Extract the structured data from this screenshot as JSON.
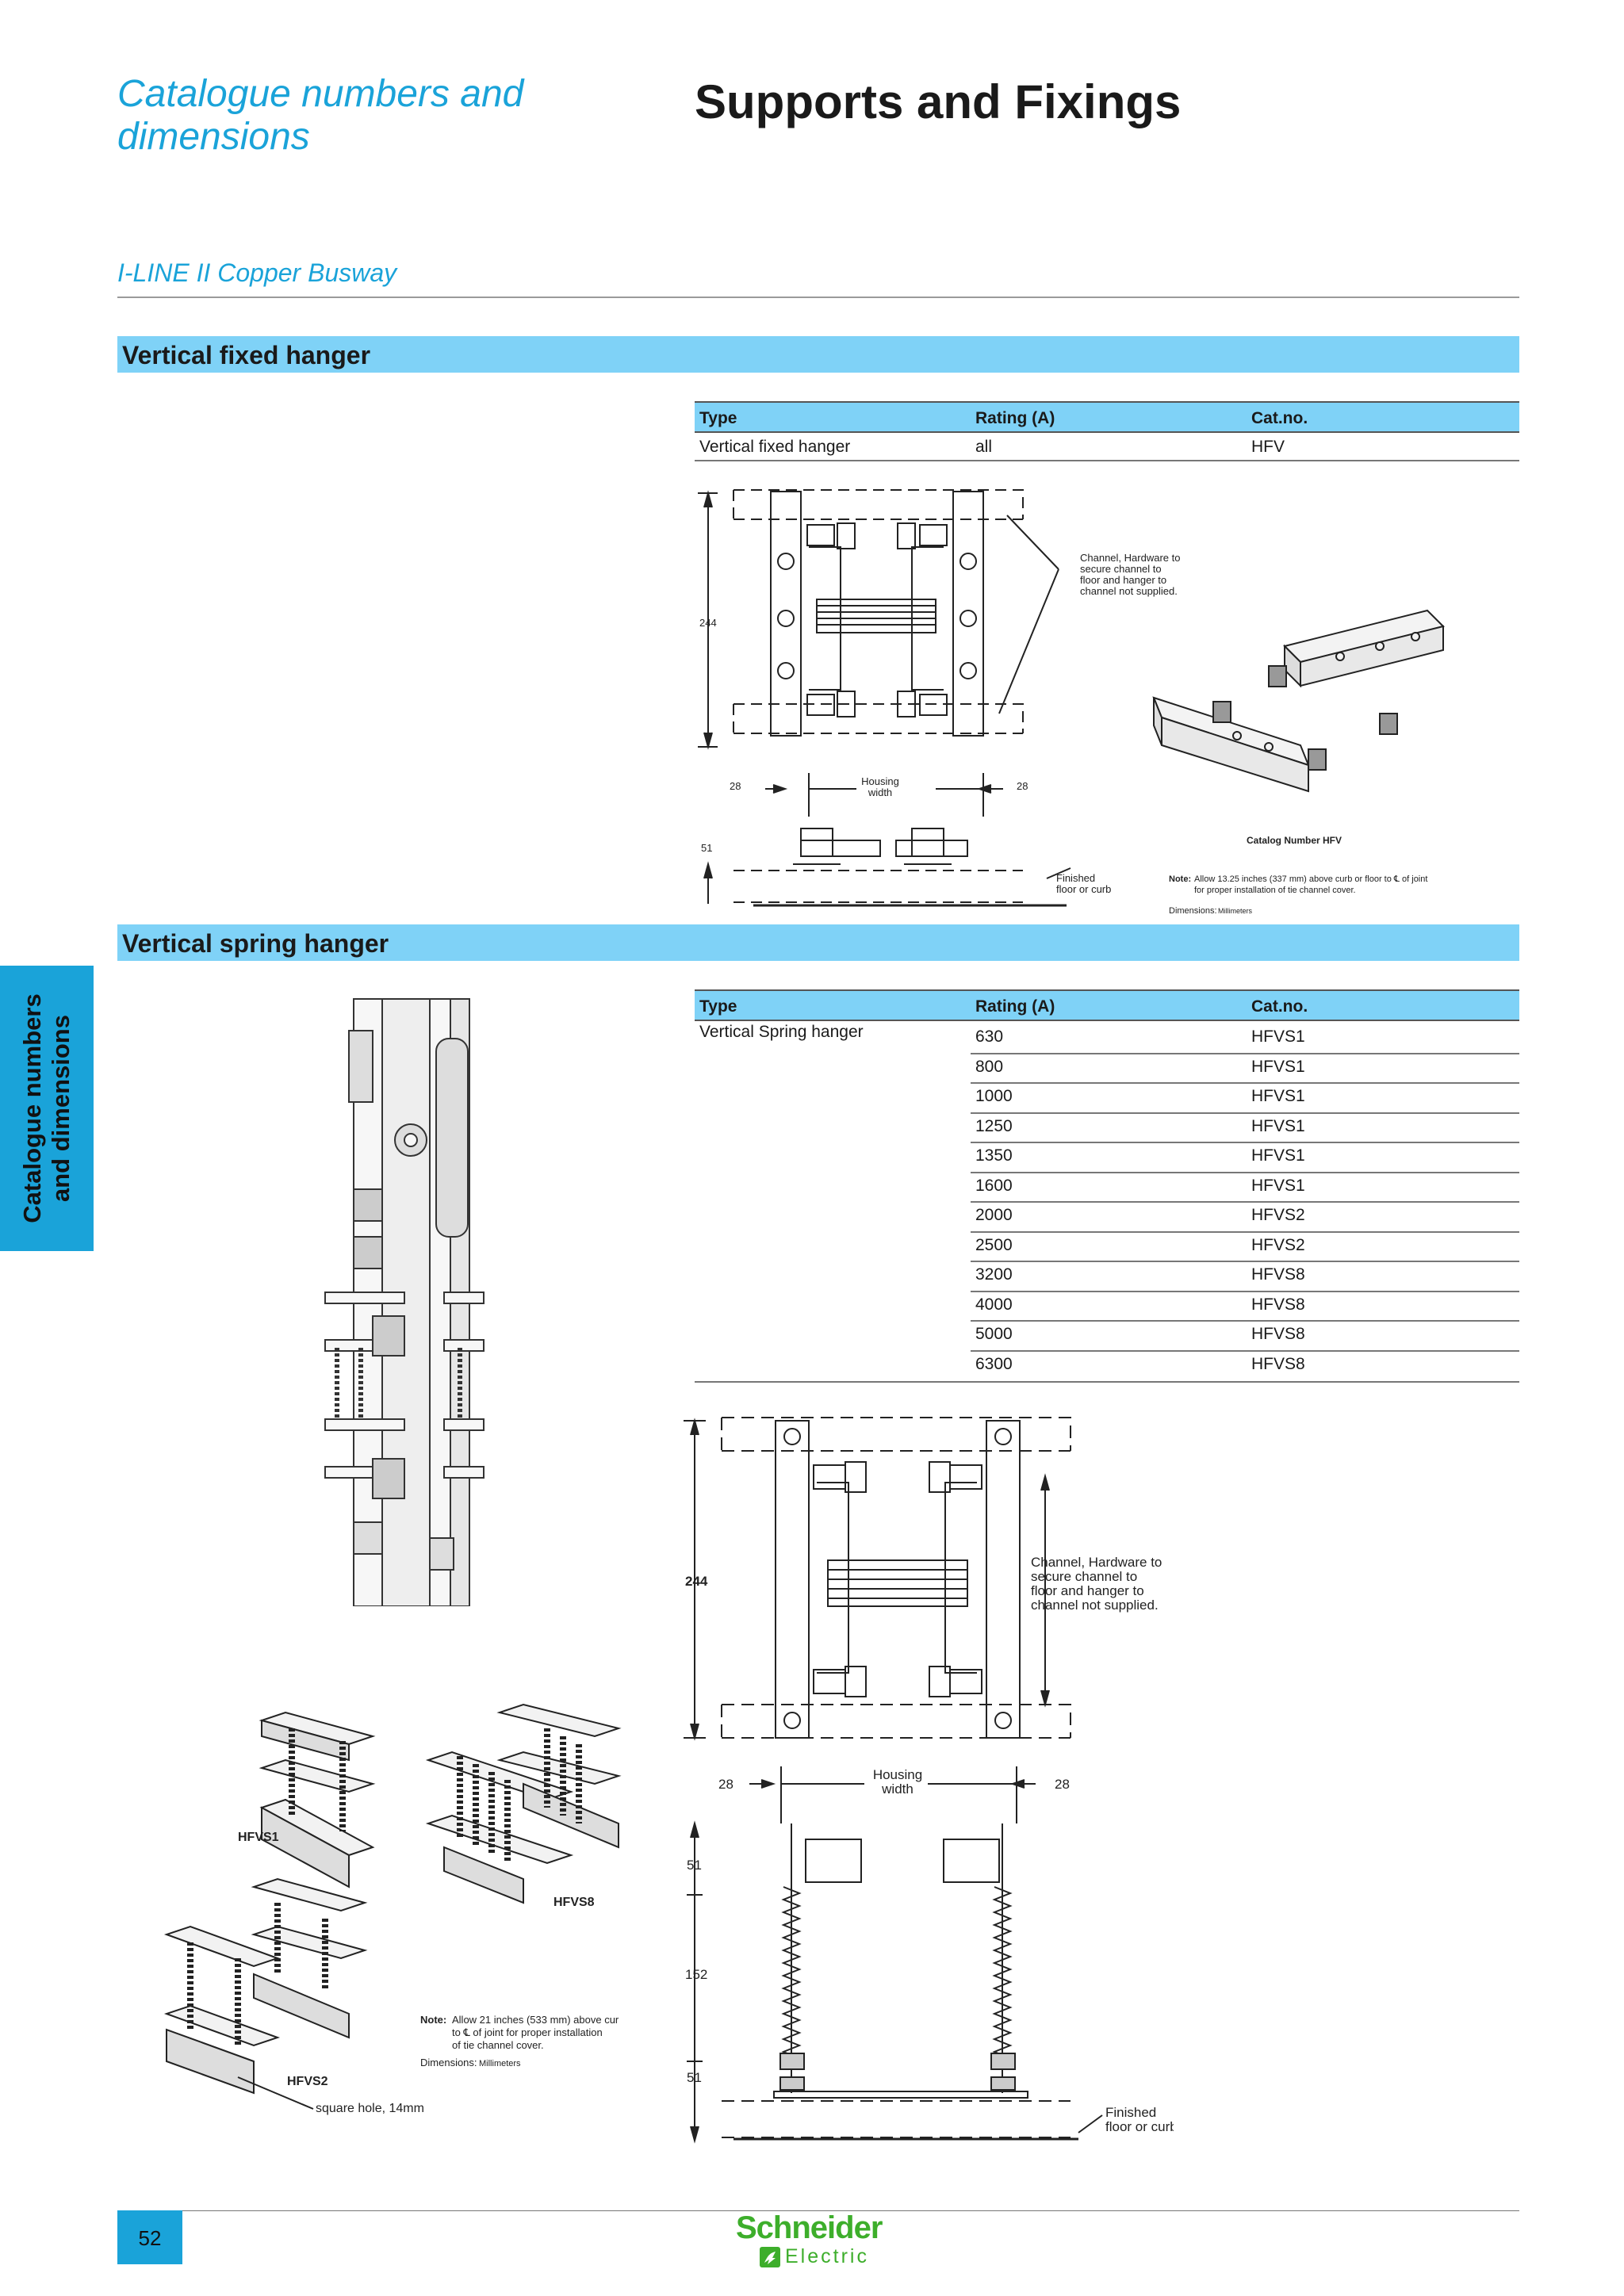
{
  "header": {
    "catalogue_title": "Catalogue numbers and dimensions",
    "main_title": "Supports and Fixings",
    "subtitle": "I-LINE II Copper Busway"
  },
  "side_tab": {
    "label_line1": "Catalogue numbers",
    "label_line2": "and dimensions"
  },
  "section_fixed": {
    "title": "Vertical fixed hanger",
    "table": {
      "headers": [
        "Type",
        "Rating (A)",
        "Cat.no."
      ],
      "rows": [
        [
          "Vertical fixed hanger",
          "all",
          "HFV"
        ]
      ]
    },
    "drawing": {
      "dim_244": "244",
      "dim_28_left": "28",
      "dim_28_right": "28",
      "housing_line1": "Housing",
      "housing_line2": "width",
      "dim_51": "51",
      "channel_note": [
        "Channel, Hardware to",
        "secure channel to",
        "floor and hanger to",
        "channel not supplied."
      ],
      "finished_line1": "Finished",
      "finished_line2": "floor or curb",
      "catalog_label": "Catalog  Number HFV",
      "note_bold": "Note:",
      "note_line1": "Allow 13.25 inches (337 mm) above curb or floor to ℄ of joint",
      "note_line2": "for proper installation of tie channel cover.",
      "dimensions_label": "Dimensions:",
      "dimensions_unit": "Millimeters"
    }
  },
  "section_spring": {
    "title": "Vertical spring hanger",
    "table": {
      "headers": [
        "Type",
        "Rating (A)",
        "Cat.no."
      ],
      "type_label": "Vertical Spring hanger",
      "rows": [
        [
          "630",
          "HFVS1"
        ],
        [
          "800",
          "HFVS1"
        ],
        [
          "1000",
          "HFVS1"
        ],
        [
          "1250",
          "HFVS1"
        ],
        [
          "1350",
          "HFVS1"
        ],
        [
          "1600",
          "HFVS1"
        ],
        [
          "2000",
          "HFVS2"
        ],
        [
          "2500",
          "HFVS2"
        ],
        [
          "3200",
          "HFVS8"
        ],
        [
          "4000",
          "HFVS8"
        ],
        [
          "5000",
          "HFVS8"
        ],
        [
          "6300",
          "HFVS8"
        ]
      ]
    },
    "drawing": {
      "dim_244": "244",
      "dim_28_left": "28",
      "dim_28_right": "28",
      "housing_line1": "Housing",
      "housing_line2": "width",
      "dim_51_top": "51",
      "dim_152": "152",
      "dim_51_bottom": "51",
      "channel_note": [
        "Channel, Hardware to",
        "secure channel to",
        "floor and  hanger to",
        "channel not supplied."
      ],
      "finished_line1": "Finished",
      "finished_line2": "floor or curb"
    },
    "products": {
      "hfvs1": "HFVS1",
      "hfvs8": "HFVS8",
      "hfvs2": "HFVS2",
      "square_hole": "square hole, 14mm",
      "note_bold": "Note:",
      "note_line1": "Allow 21 inches (533 mm) above cur",
      "note_line2": "to ℄ of joint for proper installation",
      "note_line3": "of tie channel cover.",
      "dimensions_label": "Dimensions:",
      "dimensions_unit": "Millimeters"
    }
  },
  "footer": {
    "page_number": "52",
    "brand_name": "Schneider",
    "brand_sub": "Electric"
  },
  "colors": {
    "accent_blue": "#1aa3d9",
    "bar_blue": "#7fd2f7",
    "brand_green": "#3dae2b"
  }
}
